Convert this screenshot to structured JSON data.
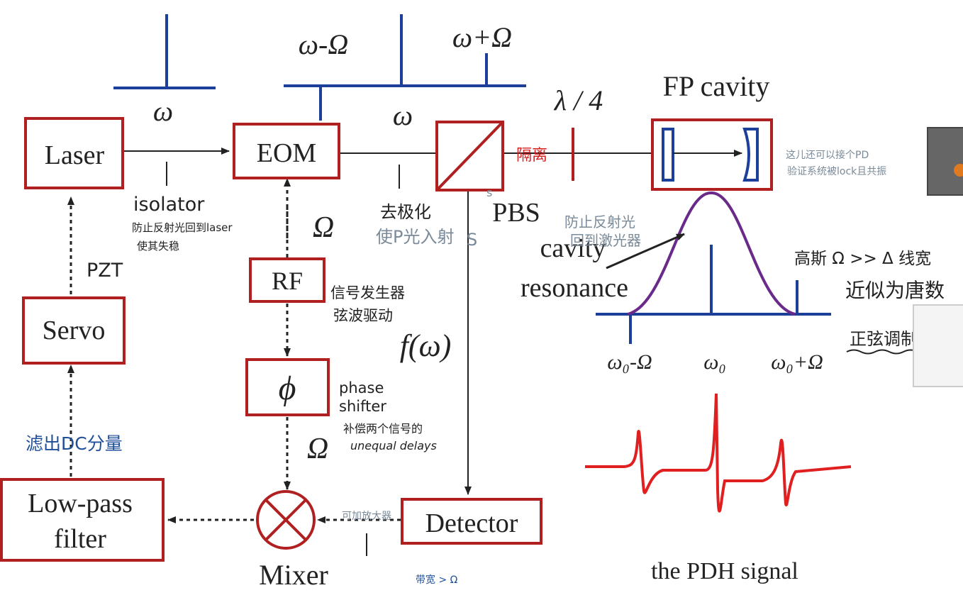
{
  "colors": {
    "box_stroke": "#b02020",
    "spectrum_blue": "#1c3f9a",
    "arrow": "#222222",
    "resonance_curve": "#6a2a8a",
    "pdh_signal": "#e02020",
    "handwriting_blue": "#1f4f9a",
    "handwriting_gray": "#7a8a98",
    "handwriting_red": "#d42020"
  },
  "blocks": {
    "laser": "Laser",
    "eom": "EOM",
    "rf": "RF",
    "phase_shifter": "ϕ",
    "servo": "Servo",
    "lowpass_line1": "Low-pass",
    "lowpass_line2": "filter",
    "detector": "Detector"
  },
  "labels": {
    "omega_laser": "ω",
    "omega_eom": "ω",
    "omega_minus": "ω-Ω",
    "omega_plus": "ω+Ω",
    "Omega_rf": "Ω",
    "Omega_mixer": "Ω",
    "lambda_quarter": "λ / 4",
    "fp_cavity": "FP cavity",
    "pbs": "PBS",
    "f_omega": "f(ω)",
    "mixer": "Mixer",
    "cavity_resonance_1": "cavity",
    "cavity_resonance_2": "resonance",
    "axis_minus": "ω₀-Ω",
    "axis_center": "ω₀",
    "axis_plus": "ω₀+Ω",
    "pdh_signal": "the PDH signal"
  },
  "annotations": {
    "isolator": "isolator",
    "isolator_note_1": "防止反射光回到laser",
    "isolator_note_2": "使其失稳",
    "pzt": "PZT",
    "pol": "去极化",
    "p_in": "使P光入射",
    "s_mark": "S",
    "s_small": "s",
    "isolate": "隔离",
    "prevent_1": "防止反射光",
    "prevent_2": "回到激光器",
    "pd_note_1": "这儿还可以接个PD",
    "pd_note_2": "验证系统被lock且共振",
    "gaosi": "高斯 Ω >> Δ 线宽",
    "approx": "近似为唐数",
    "sin": "正弦调制",
    "signal_gen_1": "信号发生器",
    "signal_gen_2": "弦波驱动",
    "phase_1": "phase",
    "phase_2": "shifter",
    "delay_1": "补偿两个信号的",
    "delay_2": "unequal delays",
    "filter_dc": "滤出DC分量",
    "amp": "可加放大器",
    "bw": "带宽 > Ω"
  }
}
